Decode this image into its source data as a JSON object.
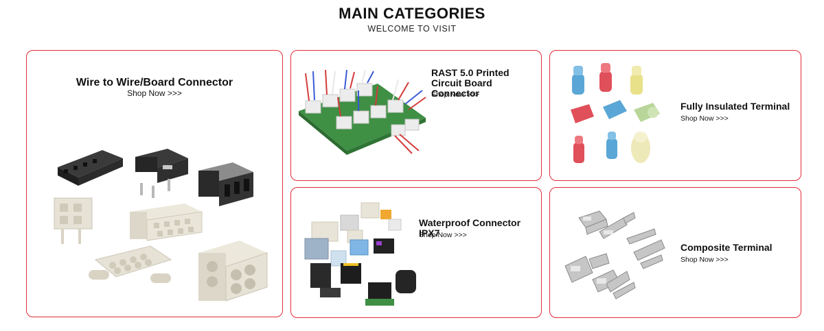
{
  "header": {
    "title": "MAIN CATEGORIES",
    "subtitle": "WELCOME TO VISIT"
  },
  "categories": [
    {
      "title": "Wire to Wire/Board Connector",
      "link": "Shop Now >>>",
      "image_icon": "wire-to-board-connectors"
    },
    {
      "title": "RAST 5.0 Printed Circuit Board Connector",
      "link": "Shop Now >>>",
      "image_icon": "pcb-connector-board"
    },
    {
      "title": "Fully Insulated Terminal",
      "link": "Shop Now >>>",
      "image_icon": "insulated-terminals"
    },
    {
      "title": "Waterproof Connector IPX7",
      "link": "Shop Now >>>",
      "image_icon": "waterproof-connectors"
    },
    {
      "title": "Composite Terminal",
      "link": "Shop Now >>>",
      "image_icon": "metal-terminals"
    }
  ],
  "colors": {
    "border": "#e12b3a",
    "connector_dark": "#2a2a2a",
    "connector_light": "#e6e2d6",
    "terminal_blue": "#5aa6d6",
    "terminal_red": "#e0505a",
    "terminal_yellow": "#e9e08a",
    "pcb_green": "#3f8f45"
  }
}
